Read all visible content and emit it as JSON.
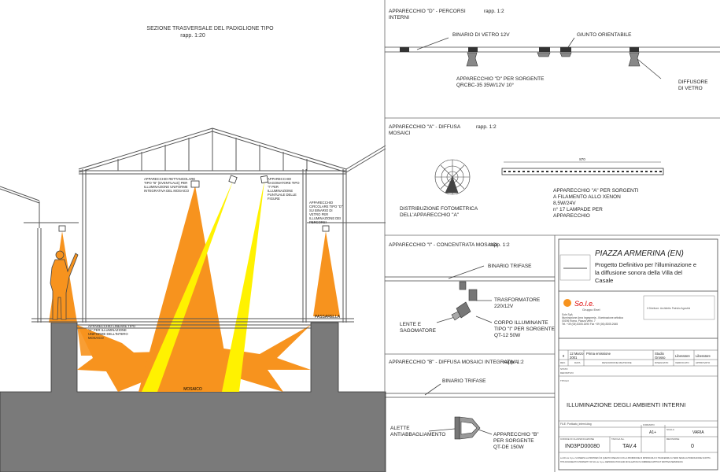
{
  "section": {
    "title": "SEZIONE TRASVERSALE DEL PADIGLIONE TIPO",
    "scale": "rapp. 1:20",
    "label_rect": [
      "APPARECCHIO RETTANGOLARE",
      "TIPO \"B\" (EVENTUALE) PER",
      "ILLUMINAZIONE UNIFORME",
      "INTEGRATIVA DEL MOSAICO"
    ],
    "label_sag": [
      "APPARECCHIO",
      "SAGOMATORE TIPO",
      "\"I\" PER",
      "ILLUMINAZIONE",
      "PUNTUALE DELLE",
      "FIGURE"
    ],
    "label_right": [
      "APPARECCHIO",
      "CIRCOLARE TIPO \"D\"",
      "SU BINARIO DI",
      "VETRO PER",
      "ILLUMINAZIONE DEI",
      "PERCORSI"
    ],
    "label_linear": [
      "APPARECCHIO LINEARE TIPO",
      "\"A\" PER ILLUMINAZIONE",
      "UNIFORME DELL'INTERO",
      "MOSAICO"
    ],
    "passarella": "PASSARELLA",
    "mosaico": "MOSAICO"
  },
  "panel_d": {
    "title": "APPARECCHIO \"D\" - PERCORSI",
    "subtitle": "INTERNI",
    "scale": "rapp. 1:2",
    "binario": "BINARIO DI VETRO 12V",
    "giunto": "GIUNTO ORIENTABILE",
    "sorgente": [
      "APPARECCHIO \"D\" PER SORGENTE",
      "QRCBC-35 35W/12V 10°"
    ],
    "diffusore": [
      "DIFFUSORE",
      "DI VETRO"
    ]
  },
  "panel_a": {
    "title": "APPARECCHIO \"A\" - DIFFUSA",
    "subtitle": "MOSAICI",
    "scale": "rapp. 1:2",
    "dim": "870",
    "distribuzione": [
      "DISTRIBUZIONE FOTOMETRICA",
      "DELL'APPARECCHIO \"A\""
    ],
    "sorgenti": [
      "APPARECCHIO \"A\" PER SORGENTI",
      "A FILAMENTO ALLO XENON",
      "8,5W/24V",
      "n° 17 LAMPADE PER",
      "APPARECCHIO"
    ]
  },
  "panel_i": {
    "title": "APPARECCHIO \"I\" - CONCENTRATA MOSAICI",
    "scale": "rapp. 1:2",
    "binario": "BINARIO TRIFASE",
    "trasformatore": [
      "TRASFORMATORE",
      "220/12V"
    ],
    "lente": [
      "LENTE E",
      "SAGOMATORE"
    ],
    "corpo": [
      "CORPO ILLUMINANTE",
      "TIPO \"I\" PER SORGENTE",
      "QT-12 50W"
    ]
  },
  "panel_b": {
    "title": "APPARECCHIO \"B\" - DIFFUSA MOSAICI INTEGRATIVA",
    "scale": "rapp. 1:2",
    "binario": "BINARIO TRIFASE",
    "alette": [
      "ALETTE",
      "ANTIABBAGLIAMENTO"
    ],
    "sorgente": [
      "APPARECCHIO \"B\"",
      "PER SORGENTE",
      "QT-DE 150W"
    ]
  },
  "titleblock": {
    "project": "PIAZZA ARMERINA (EN)",
    "description": "Progetto Definitivo per l'illuminazione e la diffusione sonora della Villa del Casale",
    "logo_text": "So.l.e.",
    "logo_sub": "Gruppo Enel",
    "company_line1": "Sole SpA",
    "company_line2": "Illuminazione Area Ingegneria - Illuminazione artistica",
    "company_line3": "00196 Roma, Piazza Verbi, 7",
    "company_line4": "Tel. +39 (06) 8305.1590 Fax +39 (06) 8305.2645",
    "stamp_text": "Il Direttore: Architetto Patrizio Agostini",
    "rev_row": {
      "rev": "0",
      "date": "12 Marzo 2001",
      "desc": "Prima emissione",
      "drawn": "Studio Grosso",
      "checked": "Liberatore",
      "approved": "Liberatore"
    },
    "rev_header": {
      "rev": "REV.",
      "date": "DATA",
      "desc": "DESCRIZIONE REVISIONE",
      "drawn": "DISEGNATO",
      "checked": "VERIFICATO",
      "approved": "APPROVATO"
    },
    "stato": "STATO",
    "definitivo": "DEFINITIVO",
    "titolo_label": "TITOLO",
    "drawing_title": "ILLUMINAZIONE DEGLI AMBIENTI INTERNI",
    "file_label": "FILE: Porticato_interni.dwg",
    "formato_label": "FORMATO",
    "formato": "A1+",
    "scala_label": "SCALA",
    "scala": "VARIA",
    "codice_label": "CODICE DI CLASSIFICAZIONE",
    "codice": "IN03PD00080",
    "tavola_label": "TAVOLA No.",
    "tavola": "TAV.4",
    "revisione_label": "REVISIONE",
    "revisione": "0",
    "footer1": "La SO.L.E. S.p.a. Si RISERVA LA PROPRIETÀ DI QUESTO DISEGNO CON LA PROIBIZIONE DI RIPRODURLO O TRASFERIRLO A TERZI SENZA AUTORIZZAZIONE SCRITTA.",
    "footer2": "THIS DOCUMENT IS PROPERTY OF SO.L.E. S.p.a. REPRODUCTION AND DIVULGATION IS FORBIDDEN WITHOUT WRITTEN PERMISSION."
  },
  "colors": {
    "orange": "#f7931e",
    "yellow": "#fff200",
    "ground": "#7a7a7a",
    "line": "#444444"
  }
}
